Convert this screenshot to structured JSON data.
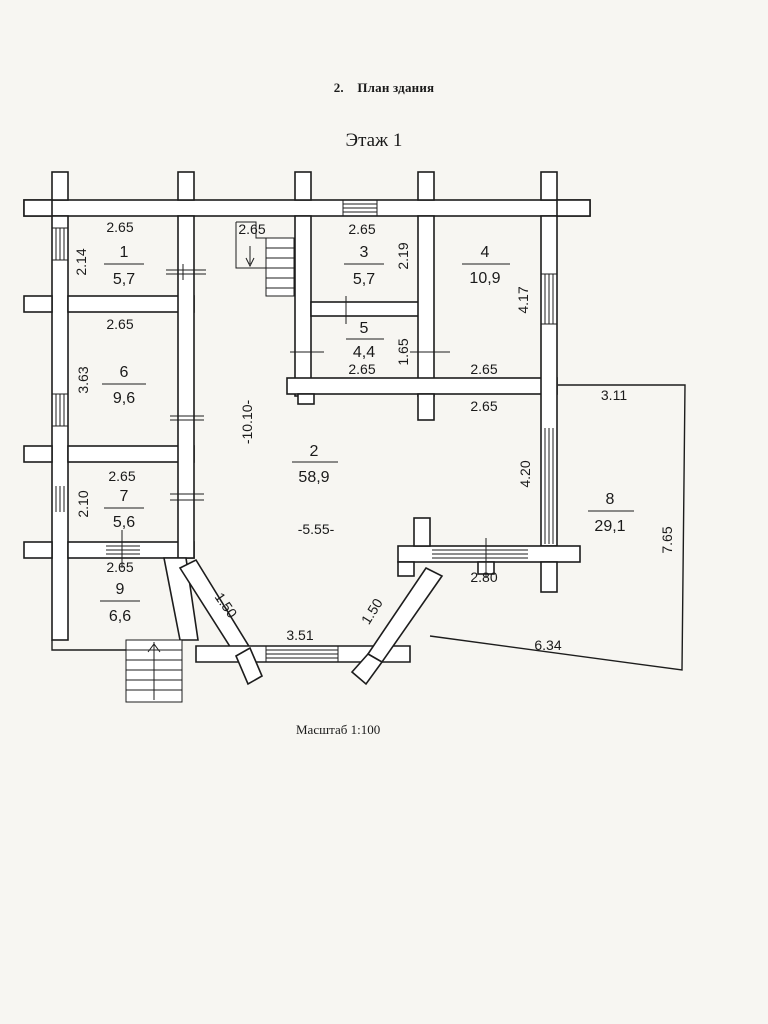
{
  "heading": {
    "number": "2.",
    "title": "План здания"
  },
  "floor_title": "Этаж 1",
  "scale_text": "Масштаб 1:100",
  "rooms": [
    {
      "id": "room-1",
      "number": "1",
      "area": "5,7"
    },
    {
      "id": "room-2",
      "number": "2",
      "area": "58,9"
    },
    {
      "id": "room-3",
      "number": "3",
      "area": "5,7"
    },
    {
      "id": "room-4",
      "number": "4",
      "area": "10,9"
    },
    {
      "id": "room-5",
      "number": "5",
      "area": "4,4"
    },
    {
      "id": "room-6",
      "number": "6",
      "area": "9,6"
    },
    {
      "id": "room-7",
      "number": "7",
      "area": "5,6"
    },
    {
      "id": "room-8",
      "number": "8",
      "area": "29,1"
    },
    {
      "id": "room-9",
      "number": "9",
      "area": "6,6"
    }
  ],
  "dimensions": [
    "2.65",
    "2.14",
    "2.65",
    "2.65",
    "2.19",
    "4.17",
    "2.65",
    "3.63",
    "2.65",
    "1.65",
    "2.65",
    "2.65",
    "3.11",
    "-10.10-",
    "4.20",
    "7.65",
    "2.65",
    "2.10",
    "-5.55-",
    "2.65",
    "2.80",
    "1.50",
    "1.50",
    "3.51",
    "6.34"
  ]
}
